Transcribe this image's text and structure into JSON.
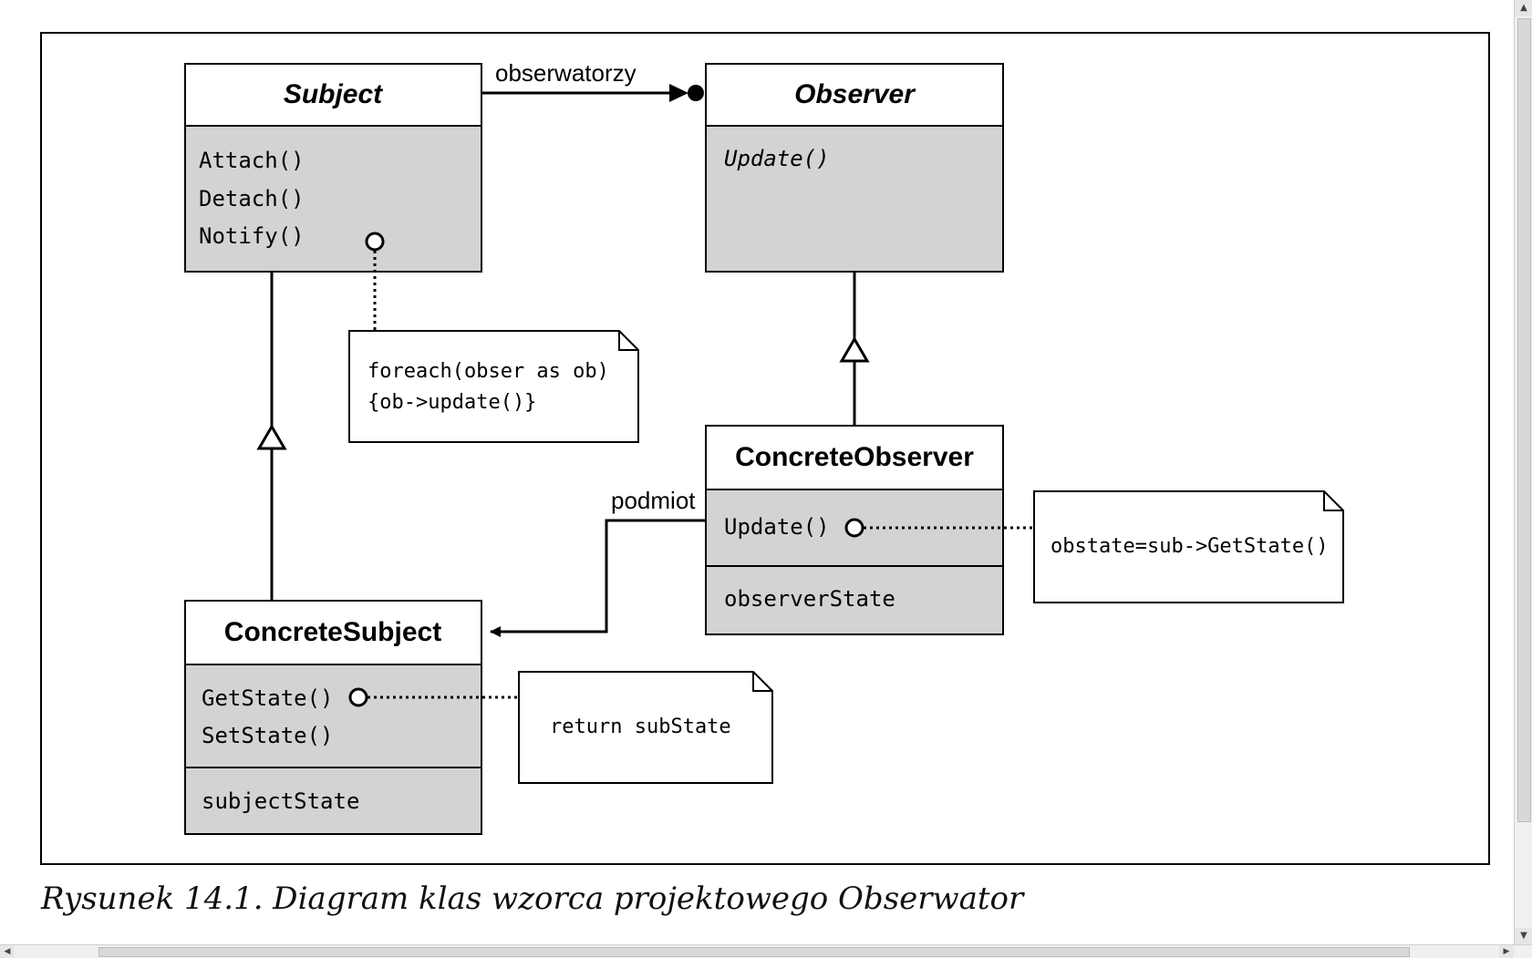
{
  "classes": {
    "subject": {
      "name": "Subject",
      "ops": [
        "Attach()",
        "Detach()",
        "Notify()"
      ]
    },
    "observer": {
      "name": "Observer",
      "ops": [
        "Update()"
      ]
    },
    "concrete_observer": {
      "name": "ConcreteObserver",
      "ops": [
        "Update()"
      ],
      "attrs": [
        "observerState"
      ]
    },
    "concrete_subject": {
      "name": "ConcreteSubject",
      "ops": [
        "GetState()",
        "SetState()"
      ],
      "attrs": [
        "subjectState"
      ]
    }
  },
  "notes": {
    "notify_note": [
      "foreach(obser as ob)",
      "{ob->update()}"
    ],
    "update_note": [
      "obstate=sub->GetState()"
    ],
    "getstate_note": [
      "return subState"
    ]
  },
  "associations": {
    "observers_label": "obserwatorzy",
    "subject_label": "podmiot"
  },
  "caption": "Rysunek 14.1. Diagram klas wzorca projektowego Obserwator"
}
